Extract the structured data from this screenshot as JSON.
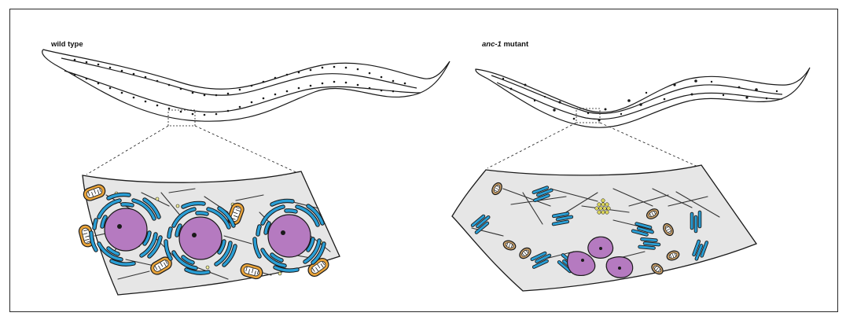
{
  "panels": {
    "left": {
      "label": "wild type"
    },
    "right": {
      "label_italic": "anc-1",
      "label_rest": " mutant"
    }
  },
  "colors": {
    "cytoplasm": "#e6e6e6",
    "nucleus": "#b57ac0",
    "er_golgi": "#2a9fd6",
    "mitochondria": "#e8a33a",
    "lipid_droplet": "#d9d35a",
    "outline": "#1a1a1a"
  },
  "icons": [
    "worm-outline",
    "nucleus",
    "endoplasmic-reticulum",
    "mitochondrion",
    "microtubule",
    "lipid-droplet"
  ]
}
